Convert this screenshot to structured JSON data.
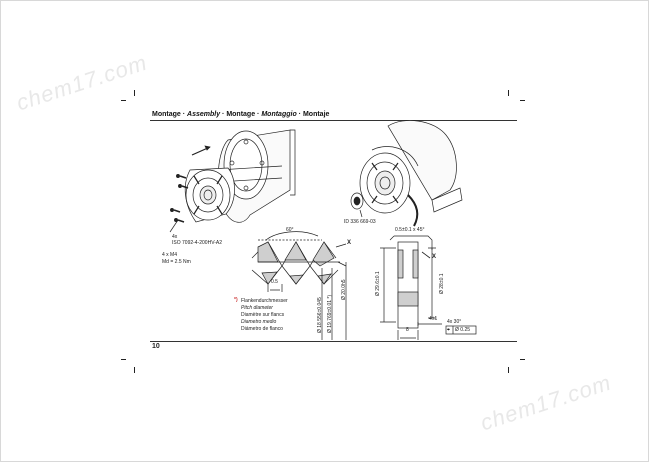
{
  "header": {
    "parts": [
      "Montage",
      "Assembly",
      "Montage",
      "Montaggio",
      "Montaje"
    ],
    "separator": " · "
  },
  "page_number": "10",
  "watermarks": [
    "chem17.com",
    "chem17.com"
  ],
  "left_figure": {
    "screws_qty": "4x",
    "screw_spec": "ISO 7092-4-200HV-A2",
    "thread": "4 x M4",
    "torque": "Md = 2.5 Nm"
  },
  "right_figure": {
    "part_id": "ID 336 669-03"
  },
  "thread_detail": {
    "angle": "60°",
    "pitch": "0.5",
    "x_marker": "X",
    "dims": [
      "Ø 18.556±0.045",
      "Ø 19.769±0.01 *)",
      "Ø 20.0h5"
    ]
  },
  "footnote": {
    "marker": "*)",
    "lines": [
      "Flankendurchmesser",
      "Pitch diameter",
      "Diamètre sur flancs",
      "Diametro medio",
      "Diámetro de flanco"
    ]
  },
  "section_detail": {
    "chamfer": "0.5±0.1 x 45°",
    "x_marker": "X",
    "bore": "Ø 29.6±0.1",
    "outer": "Ø 28±0.1",
    "width": "8",
    "offset": "4±1",
    "angle": "4x 30°",
    "tolerance_symbol": "⌖",
    "tolerance": "Ø 0.25"
  }
}
